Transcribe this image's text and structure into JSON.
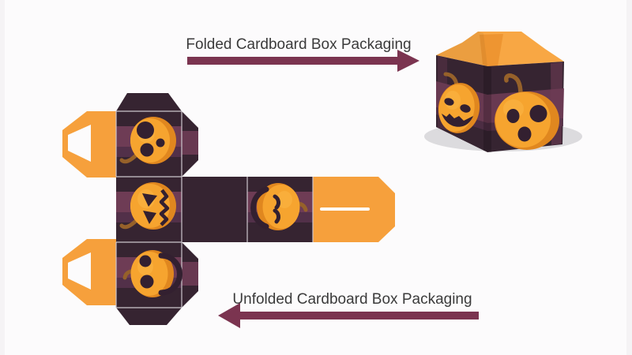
{
  "title": "Halloween Pumpkin Cardboard Box Packaging diagram",
  "captions": {
    "folded": {
      "text": "Folded Cardboard Box Packaging",
      "arrow_direction": "right"
    },
    "unfolded": {
      "text": "Unfolded Cardboard Box Packaging",
      "arrow_direction": "left"
    }
  },
  "colors": {
    "background": "#FCFBFC",
    "label_text": "#3B3B3B",
    "arrow": "#7B3450",
    "panel_dark": "#362431",
    "stripe_plum": "#6E3C55",
    "stripe_dark": "#523049",
    "orange": "#F6A03C",
    "orange_top": "#F8A744",
    "orange_shade": "#EC9330",
    "pumpkin_base": "#E0871F",
    "pumpkin_main": "#F6A42F",
    "pumpkin_highlight": "#FCB747",
    "stem_brown": "#96612A",
    "hole_dark": "#332030",
    "fold_line": "#CDC6CD",
    "shadow": "#DCDBDE",
    "slot_white": "#FFFFFF",
    "edge_tint": "#F2F0F2"
  },
  "folded_box": {
    "top_face": "orange carry-handle lid",
    "left_face": "pumpkin-grin-face",
    "right_face": "pumpkin-surprised-face"
  },
  "unfolded_net": {
    "column_panels": [
      "pumpkin-surprised-three-holes",
      "pumpkin-scary-carved-face",
      "pumpkin-winking-smile"
    ],
    "row_panels": [
      "plain-dark",
      "pumpkin-crescent-face",
      "orange-tuck-flap-with-slot"
    ],
    "handle_tabs": 2,
    "glue_flaps": 4
  }
}
